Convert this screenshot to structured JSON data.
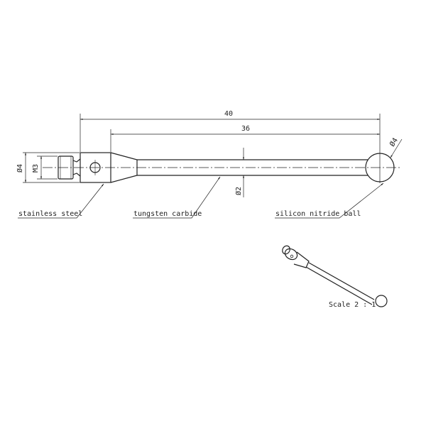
{
  "dimensions": {
    "overall_length": "40",
    "stem_length": "36",
    "body_diameter": "Ø4",
    "thread": "M3",
    "stem_diameter": "Ø2",
    "ball_diameter": "Ø4"
  },
  "labels": {
    "body_material": "stainless steel",
    "stem_material": "tungsten carbide",
    "ball_material": "silicon nitride ball"
  },
  "scale": "Scale 2 : 1",
  "colors": {
    "line": "#222222",
    "background": "#ffffff"
  }
}
